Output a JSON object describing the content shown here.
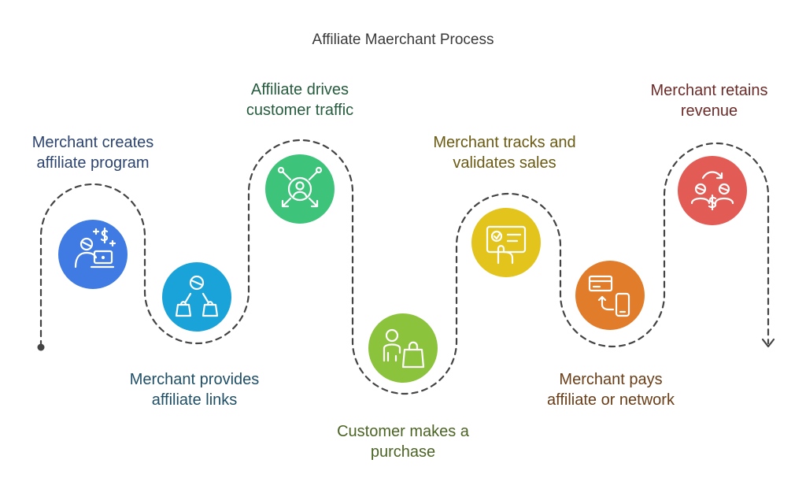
{
  "title": "Affiliate Maerchant Process",
  "colors": {
    "path": "#444444",
    "icon": "#ffffff"
  },
  "steps": [
    {
      "line1": "Merchant creates",
      "line2": "affiliate program",
      "color": "#3f7be3",
      "label_color": "#2d4470",
      "icon": "person-laptop-dollar-icon"
    },
    {
      "line1": "Merchant provides",
      "line2": "affiliate links",
      "color": "#1aa3d8",
      "label_color": "#1e4f66",
      "icon": "person-shopping-bags-icon"
    },
    {
      "line1": "Affiliate drives",
      "line2": "customer traffic",
      "color": "#3dc47a",
      "label_color": "#255c3d",
      "icon": "person-traffic-arrows-icon"
    },
    {
      "line1": "Customer makes a",
      "line2": "purchase",
      "color": "#8cc33c",
      "label_color": "#4b6424",
      "icon": "person-shopping-bag-icon"
    },
    {
      "line1": "Merchant tracks and",
      "line2": "validates sales",
      "color": "#e3c41d",
      "label_color": "#6a5a12",
      "icon": "validation-screen-icon"
    },
    {
      "line1": "Merchant pays",
      "line2": "affiliate or network",
      "color": "#e07c2a",
      "label_color": "#6a3d17",
      "icon": "card-to-phone-payment-icon"
    },
    {
      "line1": "Merchant retains",
      "line2": "revenue",
      "color": "#e35b55",
      "label_color": "#6b2b28",
      "icon": "people-exchange-dollar-icon"
    }
  ]
}
